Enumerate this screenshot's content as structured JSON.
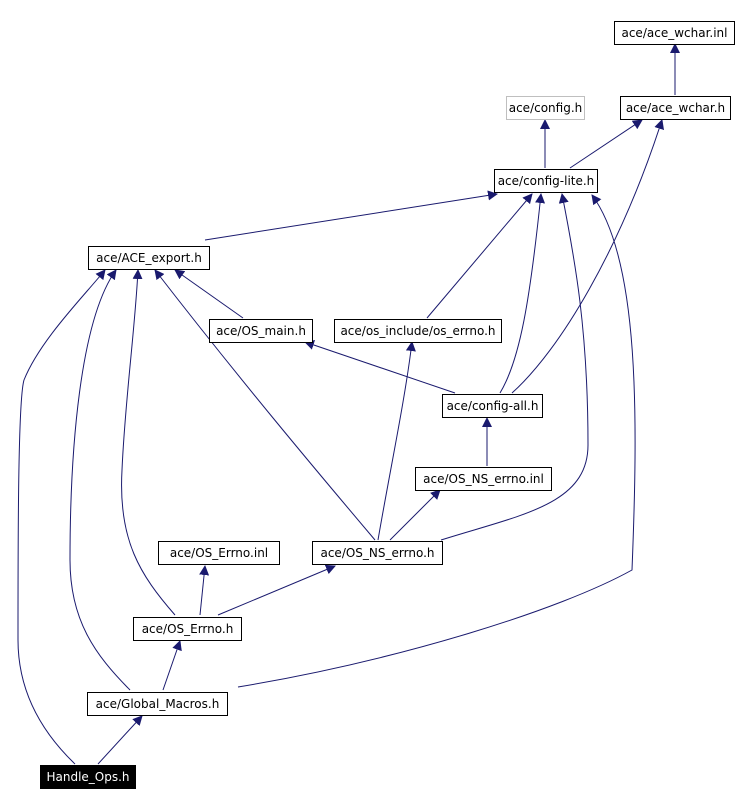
{
  "nodes": {
    "ace_wchar_inl": "ace/ace_wchar.inl",
    "config_h": "ace/config.h",
    "ace_wchar_h": "ace/ace_wchar.h",
    "config_lite_h": "ace/config-lite.h",
    "ace_export_h": "ace/ACE_export.h",
    "os_main_h": "ace/OS_main.h",
    "os_include_errno_h": "ace/os_include/os_errno.h",
    "config_all_h": "ace/config-all.h",
    "os_ns_errno_inl": "ace/OS_NS_errno.inl",
    "os_errno_inl": "ace/OS_Errno.inl",
    "os_ns_errno_h": "ace/OS_NS_errno.h",
    "os_errno_h": "ace/OS_Errno.h",
    "global_macros_h": "ace/Global_Macros.h",
    "handle_ops_h": "Handle_Ops.h"
  },
  "colors": {
    "edge": "#1a1a6e",
    "node_border": "#000000",
    "external_node_border": "#bfbfbf",
    "root_node_fill": "#000000",
    "root_node_text": "#ffffff"
  }
}
